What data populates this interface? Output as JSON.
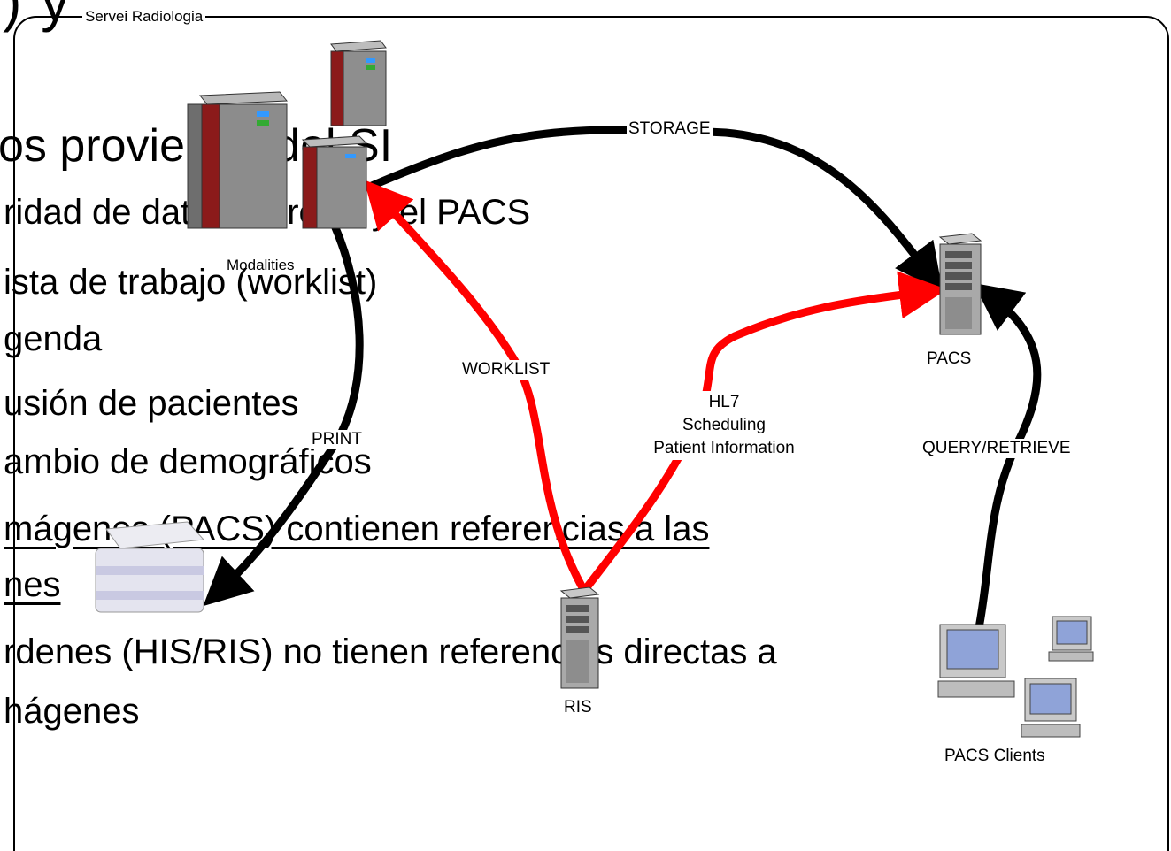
{
  "frame": {
    "title": "Servei Radiologia"
  },
  "slide": {
    "title_fragment": "(                )                y",
    "heading": "os provienen del SI",
    "lines": [
      "ridad de datos entre SI y el PACS",
      "ista de trabajo (worklist)",
      "genda",
      "usión de pacientes",
      "ambio de demográficos",
      "mágenes (PACS) contienen referencias a las",
      "nes",
      "rdenes (HIS/RIS) no tienen referencias directas a",
      "hágenes"
    ]
  },
  "nodes": {
    "modalities": "Modalities",
    "pacs": "PACS",
    "ris": "RIS",
    "pacs_clients": "PACS Clients"
  },
  "edges": {
    "storage": "STORAGE",
    "worklist": "WORKLIST",
    "hl7": [
      "HL7",
      "Scheduling",
      "Patient Information"
    ],
    "print": "PRINT",
    "query_retrieve": "QUERY/RETRIEVE"
  },
  "colors": {
    "black_flow": "#000000",
    "red_flow": "#ff0000",
    "frame": "#000000"
  },
  "icons": [
    "server-rack-icon",
    "tower-server-icon",
    "printer-icon",
    "desktop-computer-icon"
  ]
}
